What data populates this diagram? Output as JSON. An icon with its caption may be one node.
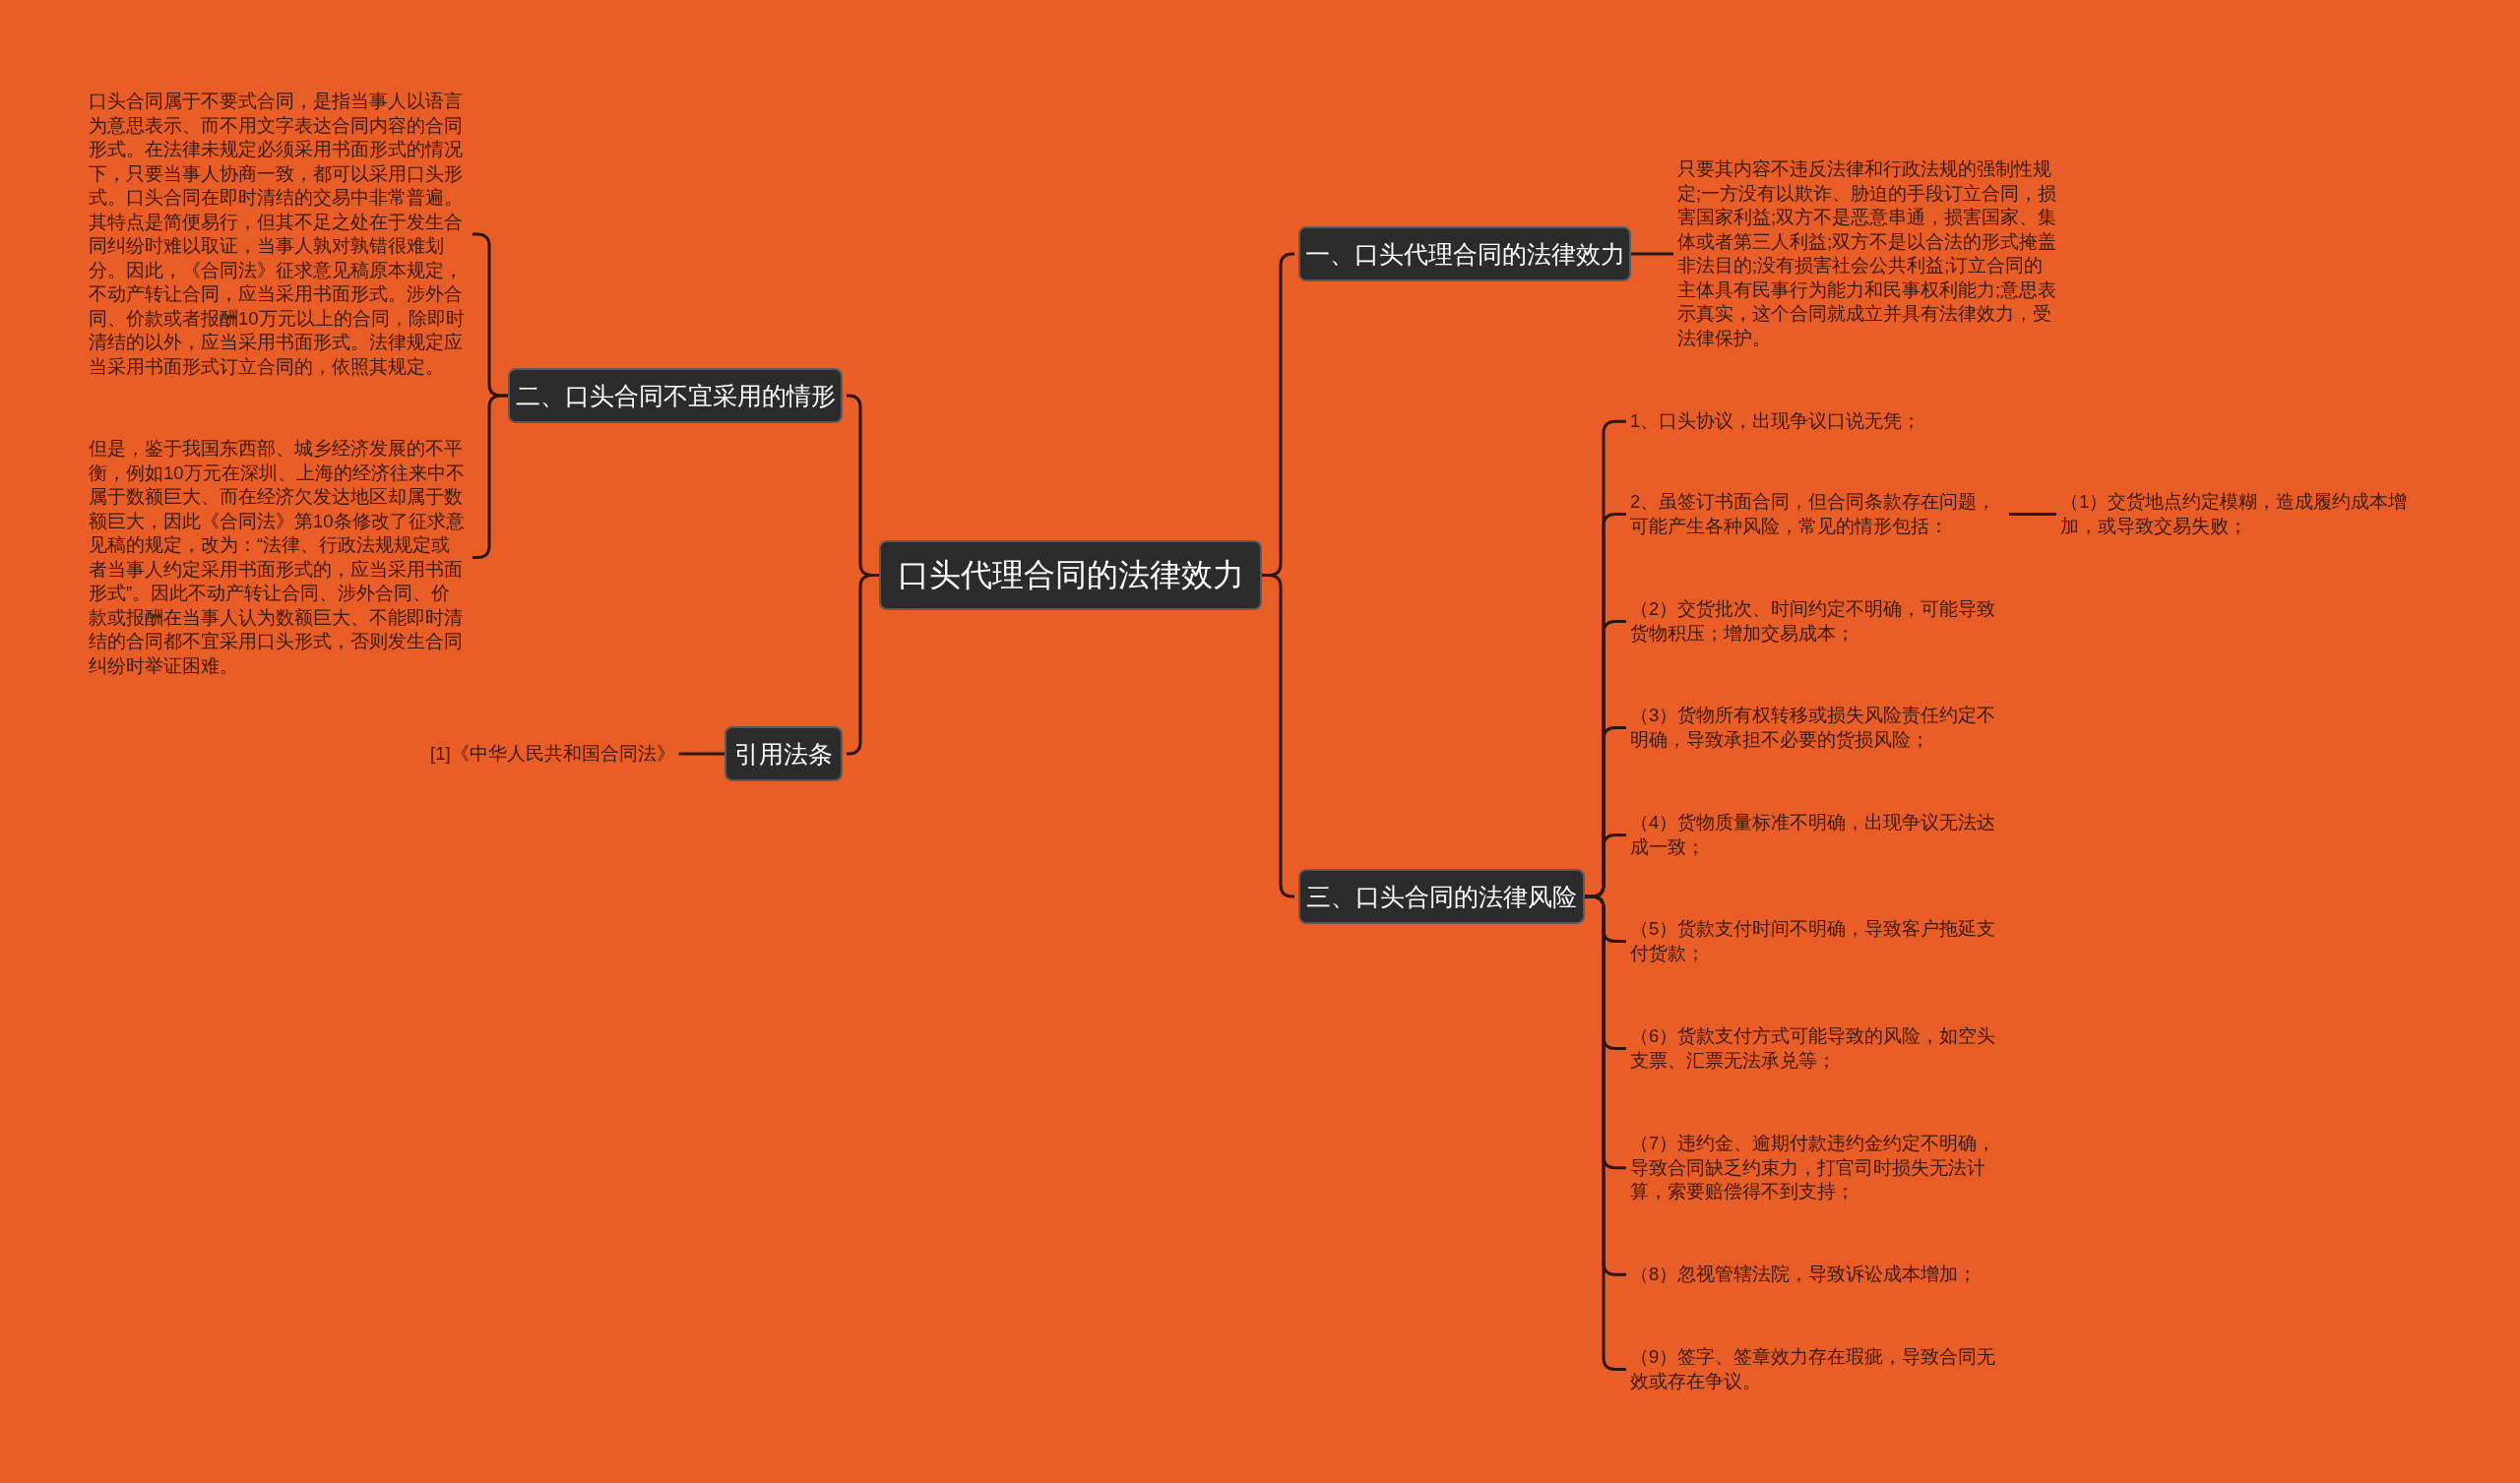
{
  "diagram": {
    "nodes": [
      {
        "text": [
          "口头代理合同的法律效力"
        ]
      },
      {
        "text": [
          "一、口头代理合同的法律效力"
        ]
      },
      {
        "text": [
          "只要其内容不违反法律和行政法规的强制性规定;一方没有以欺诈、胁迫的手段订立合同，损害国家利益;双方不是恶意串通，损害国家、集体或者第三人利益;双方不是以合法的形式掩盖非法目的;没有损害社会公共利益;订立合同的主体具有民事行为能力和民事权利能力;意思表示真实，这个合同就成立并具有法律效力，受法律保护。"
        ]
      },
      {
        "text": [
          "二、口头合同不宜采用的情形"
        ]
      },
      {
        "text": [
          "口头合同属于不要式合同，是指当事人以语言为意思表示、而不用文字表达合同内容的合同形式。在法律未规定必须采用书面形式的情况下，只要当事人协商一致，都可以采用口头形式。口头合同在即时清结的交易中非常普遍。其特点是简便易行，但其不足之处在于发生合同纠纷时难以取证，当事人孰对孰错很难划分。因此，《合同法》征求意见稿原本规定，不动产转让合同，应当采用书面形式。涉外合同、价款或者报酬10万元以上的合同，除即时清结的以外，应当采用书面形式。法律规定应当采用书面形式订立合同的，依照其规定。"
        ]
      },
      {
        "text": [
          "但是，鉴于我国东西部、城乡经济发展的不平衡，例如10万元在深圳、上海的经济往来中不属于数额巨大、而在经济欠发达地区却属于数额巨大，因此《合同法》第10条修改了征求意见稿的规定，改为：“法律、行政法规规定或者当事人约定采用书面形式的，应当采用书面形式”。因此不动产转让合同、涉外合同、价款或报酬在当事人认为数额巨大、不能即时清结的合同都不宜采用口头形式，否则发生合同纠纷时举证困难。"
        ]
      },
      {
        "text": [
          "引用法条"
        ]
      },
      {
        "text": [
          "[1]《中华人民共和国合同法》"
        ]
      },
      {
        "text": [
          "三、口头合同的法律风险"
        ]
      },
      {
        "text": [
          "1、口头协议，出现争议口说无凭；"
        ]
      },
      {
        "text": [
          "2、虽签订书面合同，但合同条款存在问题，可能产生各种风险，常见的情形包括："
        ]
      },
      {
        "text": [
          "（1）交货地点约定模糊，造成履约成本增加，或导致交易失败；"
        ]
      },
      {
        "text": [
          "（2）交货批次、时间约定不明确，可能导致货物积压；增加交易成本；"
        ]
      },
      {
        "text": [
          "（3）货物所有权转移或损失风险责任约定不明确，导致承担不必要的货损风险；"
        ]
      },
      {
        "text": [
          "（4）货物质量标准不明确，出现争议无法达成一致；"
        ]
      },
      {
        "text": [
          "（5）货款支付时间不明确，导致客户拖延支付货款；"
        ]
      },
      {
        "text": [
          "（6）货款支付方式可能导致的风险，如空头支票、汇票无法承兑等；"
        ]
      },
      {
        "text": [
          "（7）违约金、逾期付款违约金约定不明确，导致合同缺乏约束力，打官司时损失无法计算，索要赔偿得不到支持；"
        ]
      },
      {
        "text": [
          "（8）忽视管辖法院，导致诉讼成本增加；"
        ]
      },
      {
        "text": [
          "（9）签字、签章效力存在瑕疵，导致合同无效或存在争议。"
        ]
      }
    ],
    "edges": [
      {
        "from": 0,
        "to": 1,
        "arrow": "none"
      },
      {
        "from": 1,
        "to": 2,
        "arrow": "none"
      },
      {
        "from": 0,
        "to": 3,
        "arrow": "none"
      },
      {
        "from": 3,
        "to": 4,
        "arrow": "none"
      },
      {
        "from": 3,
        "to": 5,
        "arrow": "none"
      },
      {
        "from": 0,
        "to": 6,
        "arrow": "none"
      },
      {
        "from": 6,
        "to": 7,
        "arrow": "none"
      },
      {
        "from": 0,
        "to": 8,
        "arrow": "none"
      },
      {
        "from": 8,
        "to": 9,
        "arrow": "none"
      },
      {
        "from": 8,
        "to": 10,
        "arrow": "none"
      },
      {
        "from": 10,
        "to": 11,
        "arrow": "none"
      },
      {
        "from": 8,
        "to": 12,
        "arrow": "none"
      },
      {
        "from": 8,
        "to": 13,
        "arrow": "none"
      },
      {
        "from": 8,
        "to": 14,
        "arrow": "none"
      },
      {
        "from": 8,
        "to": 15,
        "arrow": "none"
      },
      {
        "from": 8,
        "to": 16,
        "arrow": "none"
      },
      {
        "from": 8,
        "to": 17,
        "arrow": "none"
      },
      {
        "from": 8,
        "to": 18,
        "arrow": "none"
      },
      {
        "from": 8,
        "to": 19,
        "arrow": "none"
      }
    ]
  }
}
